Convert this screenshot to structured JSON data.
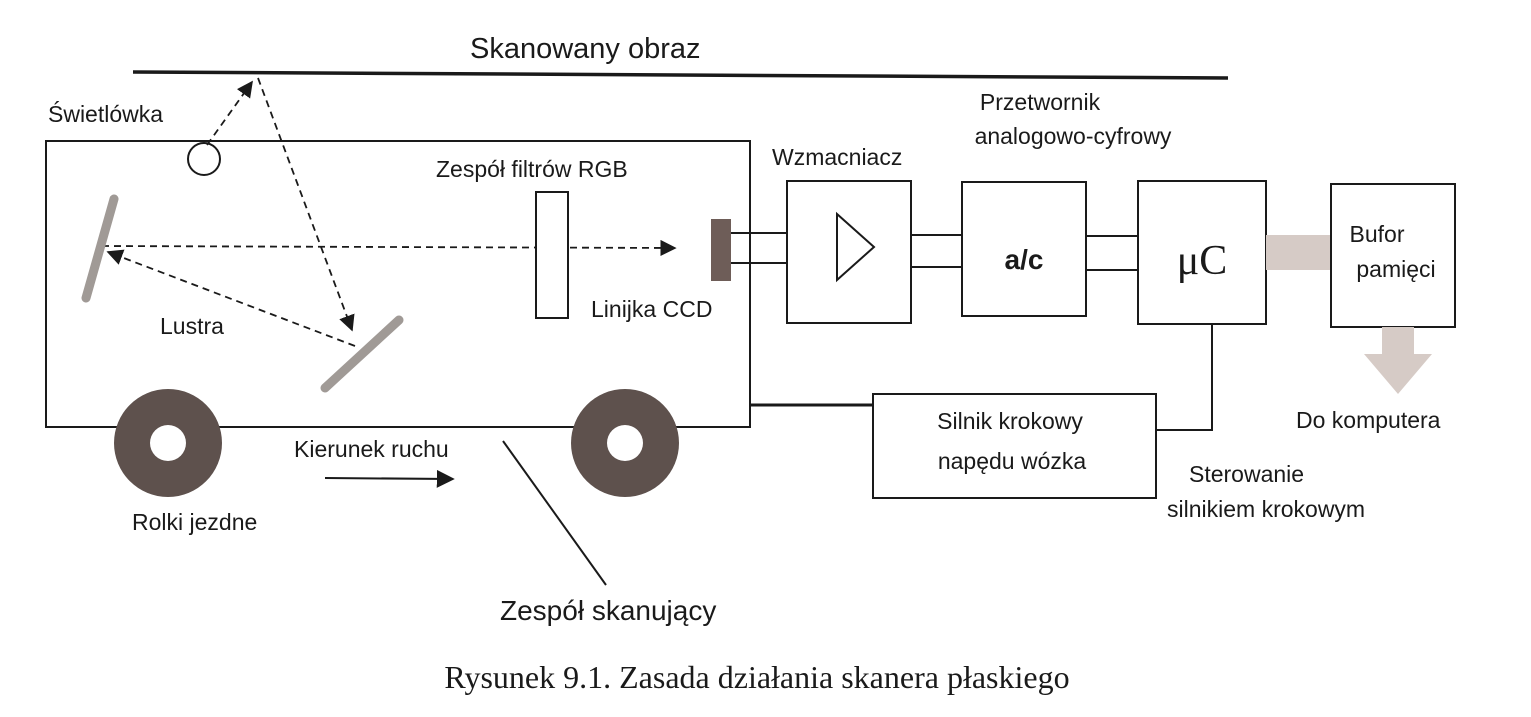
{
  "labels": {
    "scanned_image": "Skanowany obraz",
    "lamp": "Świetlówka",
    "rgb_filters": "Zespół filtrów RGB",
    "mirrors": "Lustra",
    "ccd": "Linijka CCD",
    "amplifier": "Wzmacniacz",
    "adc_line1": "Przetwornik",
    "adc_line2": "analogowo-cyfrowy",
    "adc_box": "a/c",
    "mcu_box": "μC",
    "buffer_line1": "Bufor",
    "buffer_line2": "pamięci",
    "to_computer": "Do komputera",
    "motor_line1": "Silnik krokowy",
    "motor_line2": "napędu wózka",
    "motor_control_line1": "Sterowanie",
    "motor_control_line2": "silnikiem krokowym",
    "direction": "Kierunek ruchu",
    "rollers": "Rolki jezdne",
    "scanning_unit": "Zespół skanujący"
  },
  "caption": "Rysunek 9.1. Zasada działania skanera płaskiego",
  "colors": {
    "line": "#1a1a1a",
    "mirror": "#a09a96",
    "ccd": "#6e5d58",
    "roller": "#5e514d",
    "data_bus": "#d6cbc6"
  }
}
